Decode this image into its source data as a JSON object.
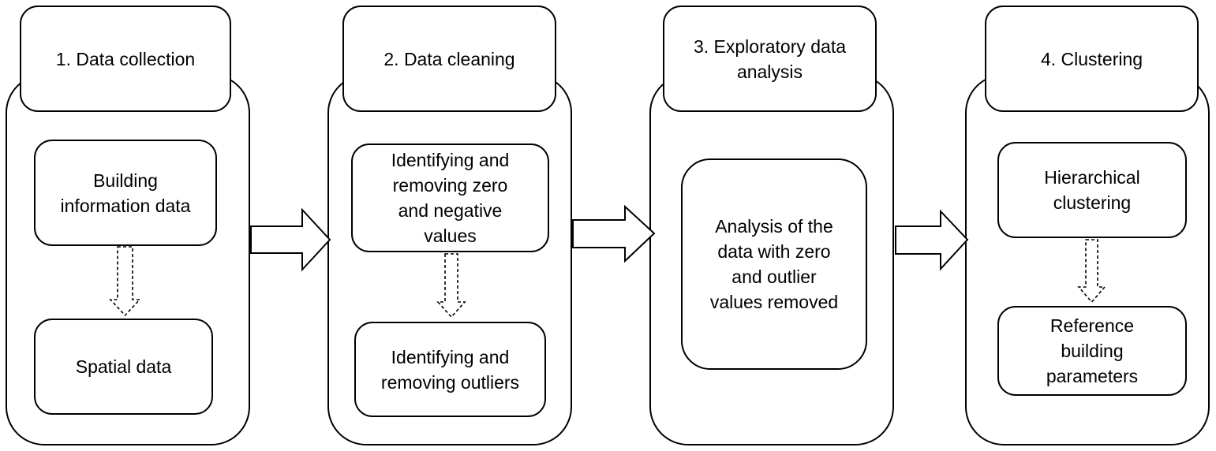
{
  "stages": [
    {
      "title": "1. Data collection",
      "steps": [
        "Building\ninformation data",
        "Spatial data"
      ]
    },
    {
      "title": "2. Data cleaning",
      "steps": [
        "Identifying and\nremoving zero\nand negative\nvalues",
        "Identifying and\nremoving outliers"
      ]
    },
    {
      "title": "3. Exploratory data\nanalysis",
      "steps": [
        "Analysis of the\ndata with zero\nand outlier\nvalues removed"
      ]
    },
    {
      "title": "4. Clustering",
      "steps": [
        "Hierarchical\nclustering",
        "Reference\nbuilding\nparameters"
      ]
    }
  ]
}
